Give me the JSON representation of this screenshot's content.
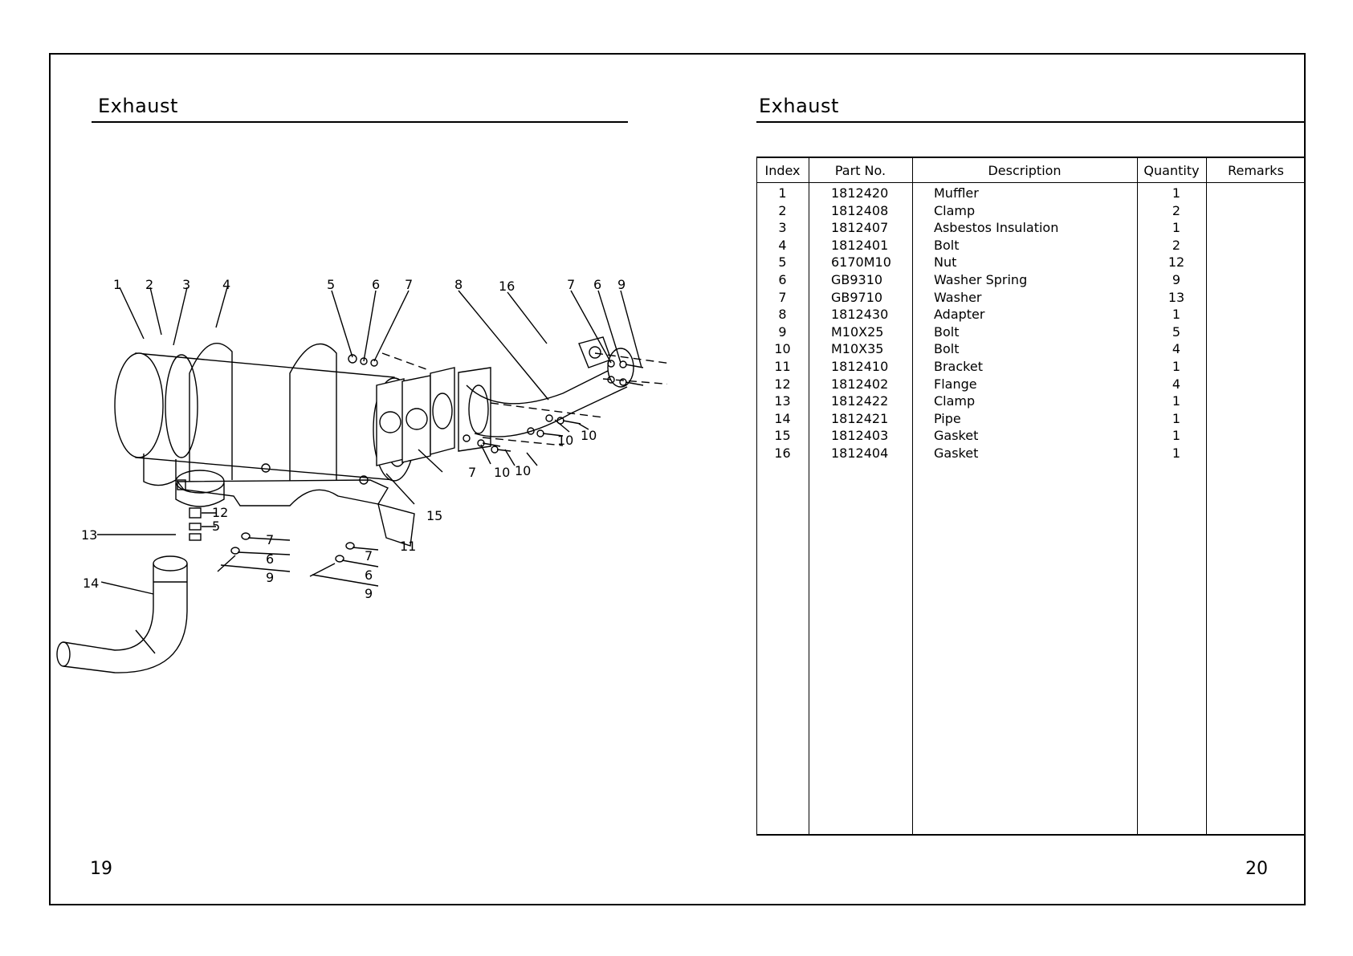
{
  "left_page": {
    "title": "Exhaust",
    "page_number": "19",
    "callouts": [
      "1",
      "2",
      "3",
      "4",
      "5",
      "6",
      "7",
      "8",
      "16",
      "7",
      "6",
      "9",
      "10",
      "10",
      "7",
      "10",
      "10",
      "15",
      "11",
      "12",
      "5",
      "13",
      "7",
      "6",
      "9",
      "7",
      "6",
      "9",
      "14"
    ]
  },
  "right_page": {
    "title": "Exhaust",
    "page_number": "20",
    "table": {
      "headers": [
        "Index",
        "Part No.",
        "Description",
        "Quantity",
        "Remarks"
      ],
      "rows": [
        {
          "index": "1",
          "part_no": "1812420",
          "description": "Muffler",
          "quantity": "1"
        },
        {
          "index": "2",
          "part_no": "1812408",
          "description": "Clamp",
          "quantity": "2"
        },
        {
          "index": "3",
          "part_no": "1812407",
          "description": "Asbestos  Insulation",
          "quantity": "1"
        },
        {
          "index": "4",
          "part_no": "1812401",
          "description": "Bolt",
          "quantity": "2"
        },
        {
          "index": "5",
          "part_no": "6170M10",
          "description": "Nut",
          "quantity": "12"
        },
        {
          "index": "6",
          "part_no": "GB9310",
          "description": "Washer  Spring",
          "quantity": "9"
        },
        {
          "index": "7",
          "part_no": "GB9710",
          "description": "Washer",
          "quantity": "13"
        },
        {
          "index": "8",
          "part_no": "1812430",
          "description": "Adapter",
          "quantity": "1"
        },
        {
          "index": "9",
          "part_no": "M10X25",
          "description": "Bolt",
          "quantity": "5"
        },
        {
          "index": "10",
          "part_no": "M10X35",
          "description": "Bolt",
          "quantity": "4"
        },
        {
          "index": "11",
          "part_no": "1812410",
          "description": "Bracket",
          "quantity": "1"
        },
        {
          "index": "12",
          "part_no": "1812402",
          "description": "Flange",
          "quantity": "4"
        },
        {
          "index": "13",
          "part_no": "1812422",
          "description": "Clamp",
          "quantity": "1"
        },
        {
          "index": "14",
          "part_no": "1812421",
          "description": "Pipe",
          "quantity": "1"
        },
        {
          "index": "15",
          "part_no": "1812403",
          "description": "Gasket",
          "quantity": "1"
        },
        {
          "index": "16",
          "part_no": "1812404",
          "description": "Gasket",
          "quantity": "1"
        }
      ]
    }
  }
}
